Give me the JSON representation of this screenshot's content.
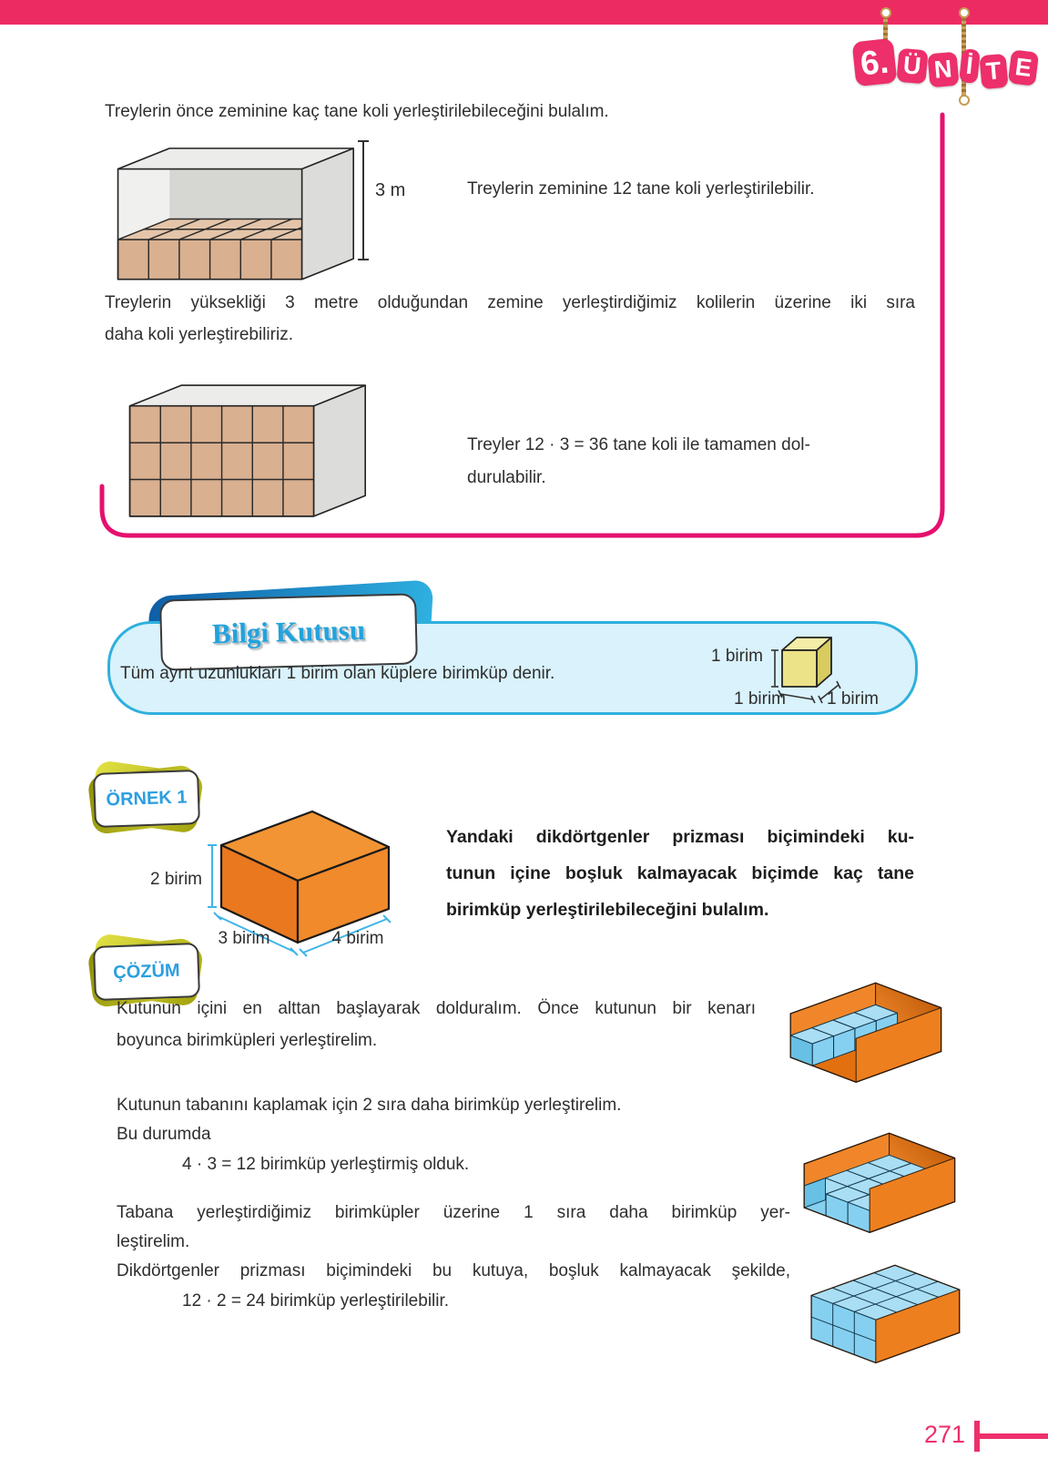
{
  "header": {
    "unit_badge": {
      "letters": [
        "6.",
        "Ü",
        "N",
        "İ",
        "T",
        "E"
      ]
    }
  },
  "trailer_section": {
    "intro": "Treylerin önce zeminine kaç tane koli yerleştirilebileceğini bulalım.",
    "height_label": "3 m",
    "floor_note": "Treylerin zeminine 12 tane koli yerleştirilebilir.",
    "para_lines": [
      "Treylerin yüksekliği 3 metre olduğundan zemine yerleştirdiğimiz kolilerin üzerine iki sıra",
      "daha koli yerleştirebiliriz."
    ],
    "result_lines": [
      "Treyler  12 · 3 = 36 tane koli ile tamamen dol-",
      "durulabilir."
    ]
  },
  "info_box": {
    "title": "Bilgi Kutusu",
    "body": "Tüm ayrıt uzunlukları 1 birim olan küplere birimküp denir.",
    "unit_labels": {
      "height": "1 birim",
      "width": "1 birim",
      "depth": "1 birim"
    }
  },
  "example": {
    "badge": "ÖRNEK 1",
    "dims": {
      "height": "2 birim",
      "width": "3 birim",
      "depth": "4 birim"
    },
    "question_lines": [
      "Yandaki dikdörtgenler prizması biçimindeki ku-",
      "tunun içine boşluk kalmayacak biçimde kaç tane",
      "birimküp yerleştirilebileceğini bulalım."
    ]
  },
  "solution": {
    "badge": "ÇÖZÜM",
    "p1_lines": [
      "Kutunun içini en alttan başlayarak dolduralım. Önce kutunun bir kenarı",
      "boyunca birimküpleri yerleştirelim."
    ],
    "p2_lines": [
      "Kutunun tabanını kaplamak için 2 sıra daha birimküp yerleştirelim.",
      "Bu durumda"
    ],
    "p2_equation": "4 · 3 = 12 birimküp yerleştirmiş olduk.",
    "p3_lines": [
      "Tabana yerleştirdiğimiz birimküpler üzerine 1 sıra daha birimküp yer-",
      "leştirelim.",
      "Dikdörtgenler prizması biçimindeki bu kutuya, boşluk kalmayacak şekilde,"
    ],
    "p3_equation": "12 · 2 = 24 birimküp yerleştirilebilir."
  },
  "page": {
    "number": "271"
  },
  "colors": {
    "brand_pink": "#ed2f6b",
    "bracket_pink": "#e5106e",
    "info_bg": "#d9f2fb",
    "info_border": "#2fb0dd",
    "accent_blue": "#2b9fe0",
    "dim_blue": "#3fb5e8",
    "box_tan": "#d9b090",
    "orange": "#ee7f1e",
    "cube_blue": "#85d0f0",
    "unit_cube_yellow": "#ece287"
  }
}
